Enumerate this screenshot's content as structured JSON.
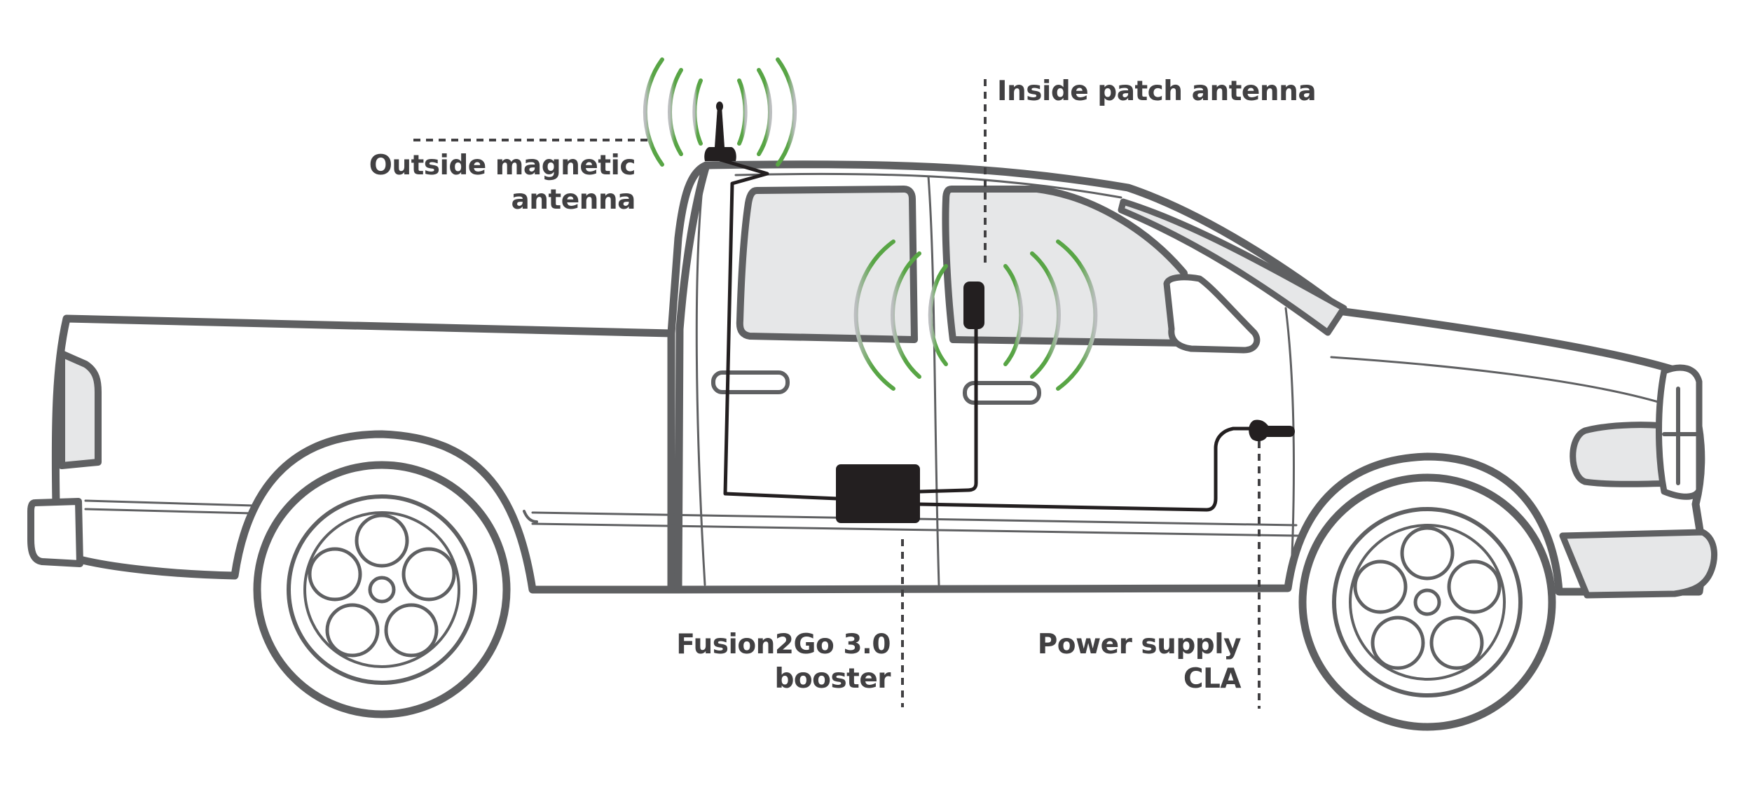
{
  "colors": {
    "outline": "#5f6062",
    "glass": "#e6e7e8",
    "device": "#231f20",
    "signal": "#58a545",
    "leader": "#414042",
    "label_text": "#414042"
  },
  "labels": {
    "outside_antenna": {
      "line1": "Outside magnetic",
      "line2": "antenna"
    },
    "inside_antenna": {
      "line1": "Inside patch antenna"
    },
    "booster": {
      "line1": "Fusion2Go 3.0",
      "line2": "booster"
    },
    "power": {
      "line1": "Power supply",
      "line2": "CLA"
    }
  },
  "icons": {
    "vehicle": "pickup-truck-outline",
    "outside_antenna": "magnetic-antenna-icon",
    "inside_antenna": "patch-antenna-icon",
    "booster": "booster-box-icon",
    "power": "cla-plug-icon",
    "signal": "signal-waves-icon"
  }
}
